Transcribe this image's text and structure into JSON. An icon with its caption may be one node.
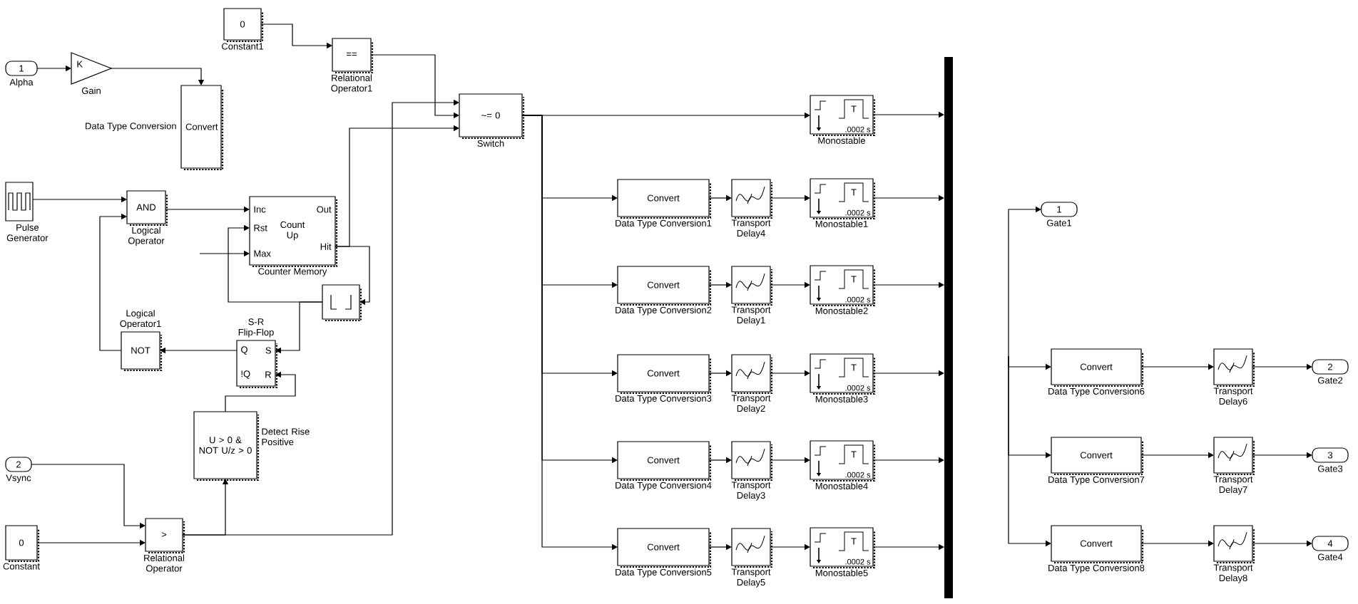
{
  "diagram": {
    "nodes": [
      {
        "text": [
          "1",
          "Alpha"
        ]
      },
      {
        "text": [
          "K",
          "Gain"
        ]
      },
      {
        "text": [
          "0",
          "Constant1"
        ]
      },
      {
        "text": [
          "Data Type Conversion",
          "Convert"
        ]
      },
      {
        "text": [
          "==",
          "Relational Operator1"
        ]
      },
      {
        "text": [
          "~= 0",
          "Switch"
        ]
      },
      {
        "text": [
          "Pulse Generator"
        ]
      },
      {
        "text": [
          "AND",
          "Logical Operator"
        ]
      },
      {
        "text": [
          "Inc",
          "Rst",
          "Max",
          "Count Up",
          "Out",
          "Hit",
          "Counter Memory"
        ]
      },
      {
        "text": [],
        "shape": "box"
      },
      {
        "text": [
          "Logical Operator1",
          "NOT"
        ]
      },
      {
        "text": [
          "S-R Flip-Flop",
          "Q",
          "S",
          "!Q",
          "R"
        ]
      },
      {
        "text": [
          "U > 0 & NOT U/z > 0",
          "Detect Rise Positive"
        ]
      },
      {
        "text": [
          "2",
          "Vsync"
        ]
      },
      {
        "text": [
          "0",
          "Constant"
        ]
      },
      {
        "text": [
          ">",
          "Relational Operator"
        ]
      },
      {
        "text": [
          "T",
          ".0002 s",
          "Monostable"
        ]
      },
      {
        "text": [
          "Convert",
          "Data Type Conversion1"
        ]
      },
      {
        "text": [
          "Transport Delay4"
        ]
      },
      {
        "text": [
          "T",
          ".0002 s",
          "Monostable1"
        ]
      },
      {
        "text": [
          "Convert",
          "Data Type Conversion2"
        ]
      },
      {
        "text": [
          "Transport Delay1"
        ]
      },
      {
        "text": [
          "T",
          ".0002 s",
          "Monostable2"
        ]
      },
      {
        "text": [
          "Convert",
          "Data Type Conversion3"
        ]
      },
      {
        "text": [
          "Transport Delay2"
        ]
      },
      {
        "text": [
          "T",
          ".0002 s",
          "Monostable3"
        ]
      },
      {
        "text": [
          "Convert",
          "Data Type Conversion4"
        ]
      },
      {
        "text": [
          "Transport Delay3"
        ]
      },
      {
        "text": [
          "T",
          ".0002 s",
          "Monostable4"
        ]
      },
      {
        "text": [
          "Convert",
          "Data Type Conversion5"
        ]
      },
      {
        "text": [
          "Transport Delay5"
        ]
      },
      {
        "text": [
          "T",
          ".0002 s",
          "Monostable5"
        ]
      },
      {
        "text": [],
        "shape": "bar"
      },
      {
        "text": [
          "1",
          "Gate1"
        ]
      },
      {
        "text": [
          "Convert",
          "Data Type Conversion6"
        ]
      },
      {
        "text": [
          "Transport Delay6"
        ]
      },
      {
        "text": [
          "2",
          "Gate2"
        ]
      },
      {
        "text": [
          "Convert",
          "Data Type Conversion7"
        ]
      },
      {
        "text": [
          "Transport Delay7"
        ]
      },
      {
        "text": [
          "3",
          "Gate3"
        ]
      },
      {
        "text": [
          "Convert",
          "Data Type Conversion8"
        ]
      },
      {
        "text": [
          "Transport Delay8"
        ]
      },
      {
        "text": [
          "4",
          "Gate4"
        ]
      }
    ],
    "edges": [
      {
        "from": 0,
        "to": 1,
        "arrow": "to"
      },
      {
        "from": 1,
        "to": 3,
        "arrow": "to"
      },
      {
        "from": 2,
        "to": 4,
        "arrow": "to"
      },
      {
        "from": 4,
        "to": 5,
        "arrow": "to"
      },
      {
        "from": 15,
        "to": 5,
        "arrow": "to"
      },
      {
        "from": 15,
        "to": 12,
        "arrow": "to"
      },
      {
        "from": 8,
        "to": 5,
        "arrow": "to"
      },
      {
        "from": 8,
        "to": 9,
        "arrow": "to"
      },
      {
        "from": 9,
        "to": 11,
        "arrow": "to"
      },
      {
        "from": 9,
        "to": 8,
        "arrow": "to"
      },
      {
        "from": 12,
        "to": 11,
        "arrow": "to"
      },
      {
        "from": 11,
        "to": 10,
        "arrow": "to"
      },
      {
        "from": 10,
        "to": 7,
        "arrow": "to"
      },
      {
        "from": 6,
        "to": 7,
        "arrow": "to"
      },
      {
        "from": 7,
        "to": 8,
        "arrow": "to"
      },
      {
        "from": null,
        "to": 8,
        "arrow": "to"
      },
      {
        "from": 13,
        "to": 15,
        "arrow": "to"
      },
      {
        "from": 14,
        "to": 15,
        "arrow": "to"
      },
      {
        "from": 5,
        "to": 16,
        "arrow": "to"
      },
      {
        "from": 5,
        "to": 17,
        "arrow": "to"
      },
      {
        "from": 5,
        "to": 20,
        "arrow": "to"
      },
      {
        "from": 5,
        "to": 23,
        "arrow": "to"
      },
      {
        "from": 5,
        "to": 26,
        "arrow": "to"
      },
      {
        "from": 5,
        "to": 29,
        "arrow": "to"
      },
      {
        "from": 17,
        "to": 18,
        "arrow": "to"
      },
      {
        "from": 18,
        "to": 19,
        "arrow": "to"
      },
      {
        "from": 20,
        "to": 21,
        "arrow": "to"
      },
      {
        "from": 21,
        "to": 22,
        "arrow": "to"
      },
      {
        "from": 23,
        "to": 24,
        "arrow": "to"
      },
      {
        "from": 24,
        "to": 25,
        "arrow": "to"
      },
      {
        "from": 26,
        "to": 27,
        "arrow": "to"
      },
      {
        "from": 27,
        "to": 28,
        "arrow": "to"
      },
      {
        "from": 29,
        "to": 30,
        "arrow": "to"
      },
      {
        "from": 30,
        "to": 31,
        "arrow": "to"
      },
      {
        "from": 16,
        "to": 32,
        "arrow": "to"
      },
      {
        "from": 19,
        "to": 32,
        "arrow": "to"
      },
      {
        "from": 22,
        "to": 32,
        "arrow": "to"
      },
      {
        "from": 25,
        "to": 32,
        "arrow": "to"
      },
      {
        "from": 28,
        "to": 32,
        "arrow": "to"
      },
      {
        "from": 31,
        "to": 32,
        "arrow": "to"
      },
      {
        "from": null,
        "to": 33,
        "arrow": "to"
      },
      {
        "from": null,
        "to": 34,
        "arrow": "to"
      },
      {
        "from": null,
        "to": 37,
        "arrow": "to"
      },
      {
        "from": null,
        "to": 40,
        "arrow": "to"
      },
      {
        "from": 34,
        "to": 35,
        "arrow": "to"
      },
      {
        "from": 35,
        "to": 36,
        "arrow": "to"
      },
      {
        "from": 37,
        "to": 38,
        "arrow": "to"
      },
      {
        "from": 38,
        "to": 39,
        "arrow": "to"
      },
      {
        "from": 40,
        "to": 41,
        "arrow": "to"
      },
      {
        "from": 41,
        "to": 42,
        "arrow": "to"
      }
    ]
  }
}
